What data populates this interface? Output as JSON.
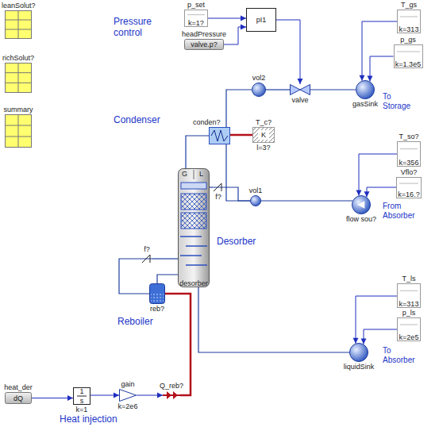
{
  "diagram": {
    "nodes": [
      {
        "text": [
          "leanSolut?"
        ]
      },
      {
        "text": [
          "richSolut?"
        ]
      },
      {
        "text": [
          "summary"
        ]
      },
      {
        "text": [
          "p_set",
          "k=1?"
        ]
      },
      {
        "text": [
          "headPressure",
          "valve.p?"
        ]
      },
      {
        "text": [
          "pI1"
        ]
      },
      {
        "text": [
          "T_gs",
          "k=313"
        ]
      },
      {
        "text": [
          "p_gs",
          "k=1.3e5"
        ]
      },
      {
        "text": [
          "vol2"
        ]
      },
      {
        "text": [
          "valve"
        ]
      },
      {
        "text": [
          "gasSink"
        ]
      },
      {
        "text": [
          "conden?"
        ]
      },
      {
        "text": [
          "T_c?",
          "K",
          "l=3?"
        ]
      },
      {
        "text": [
          "T_so?",
          "k=356"
        ]
      },
      {
        "text": [
          "Vflo?",
          "k=16.?"
        ]
      },
      {
        "text": [
          "flow sou?"
        ]
      },
      {
        "text": [
          "G",
          "L",
          "desorber"
        ]
      },
      {
        "text": [
          "f?"
        ]
      },
      {
        "text": [
          "vol1"
        ]
      },
      {
        "text": [
          "f?"
        ]
      },
      {
        "text": [
          "reb?"
        ]
      },
      {
        "text": [
          "T_ls",
          "k=313"
        ]
      },
      {
        "text": [
          "p_ls",
          "k=2e5"
        ]
      },
      {
        "text": [
          "liquidSink"
        ]
      },
      {
        "text": [
          "heat_der",
          "dQ"
        ]
      },
      {
        "text": [
          "1",
          "s",
          "k=1"
        ]
      },
      {
        "text": [
          "gain",
          "k=2e6"
        ]
      },
      {
        "text": [
          "Q_reb?"
        ]
      }
    ],
    "edges": [
      {
        "from": 3,
        "to": 5,
        "arrow": "to"
      },
      {
        "from": 4,
        "to": 5,
        "arrow": "to"
      },
      {
        "from": 5,
        "to": 9,
        "arrow": "to"
      },
      {
        "from": 11,
        "to": 8,
        "arrow": "none"
      },
      {
        "from": 8,
        "to": 9,
        "arrow": "none"
      },
      {
        "from": 9,
        "to": 10,
        "arrow": "none"
      },
      {
        "from": 6,
        "to": 10,
        "arrow": "to"
      },
      {
        "from": 7,
        "to": 10,
        "arrow": "to"
      },
      {
        "from": 11,
        "to": 12,
        "arrow": "none"
      },
      {
        "from": 16,
        "to": 11,
        "arrow": "none"
      },
      {
        "from": 16,
        "to": 17,
        "arrow": "none"
      },
      {
        "from": 17,
        "to": 18,
        "arrow": "none"
      },
      {
        "from": 11,
        "to": 18,
        "arrow": "none"
      },
      {
        "from": 15,
        "to": 18,
        "arrow": "none"
      },
      {
        "from": 13,
        "to": 15,
        "arrow": "to"
      },
      {
        "from": 14,
        "to": 15,
        "arrow": "to"
      },
      {
        "from": 16,
        "to": 19,
        "arrow": "none"
      },
      {
        "from": 19,
        "to": 20,
        "arrow": "none"
      },
      {
        "from": 20,
        "to": 16,
        "arrow": "none"
      },
      {
        "from": 27,
        "to": 20,
        "arrow": "none"
      },
      {
        "from": 16,
        "to": 23,
        "arrow": "none"
      },
      {
        "from": 21,
        "to": 23,
        "arrow": "to"
      },
      {
        "from": 22,
        "to": 23,
        "arrow": "to"
      },
      {
        "from": 24,
        "to": 25,
        "arrow": "to"
      },
      {
        "from": 25,
        "to": 26,
        "arrow": "to"
      },
      {
        "from": 26,
        "to": 27,
        "arrow": "to"
      }
    ],
    "labels": [
      "Pressure control",
      "Condenser",
      "To Storage",
      "From Absorber",
      "Desorber",
      "Reboiler",
      "To Absorber",
      "Heat injection"
    ]
  }
}
